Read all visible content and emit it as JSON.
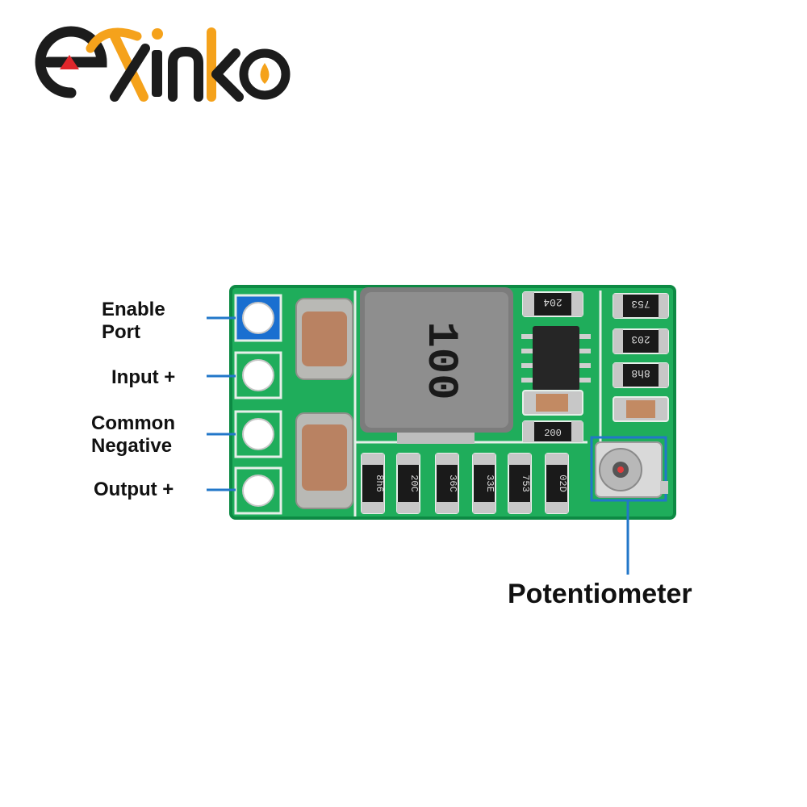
{
  "brand": {
    "logo_text": "exinko",
    "colors": {
      "dark": "#1c1c1c",
      "orange": "#f5a21b",
      "red": "#e0262b"
    }
  },
  "board": {
    "inductor_marking": "100",
    "resistor_markings": [
      "8h6",
      "20C",
      "36C",
      "33E",
      "753",
      "02D"
    ],
    "top_right_markings": [
      "204",
      "753",
      "203",
      "8h8"
    ],
    "small_marking": "200",
    "colors": {
      "pcb": "#1fad5b",
      "pcb_edge": "#0d8a44",
      "callout": "#2277c9"
    }
  },
  "pins": [
    {
      "label_line1": "Enable",
      "label_line2": "Port"
    },
    {
      "label_line1": "Input +",
      "label_line2": ""
    },
    {
      "label_line1": "Common",
      "label_line2": "Negative"
    },
    {
      "label_line1": "Output +",
      "label_line2": ""
    }
  ],
  "potentiometer": {
    "label": "Potentiometer"
  }
}
